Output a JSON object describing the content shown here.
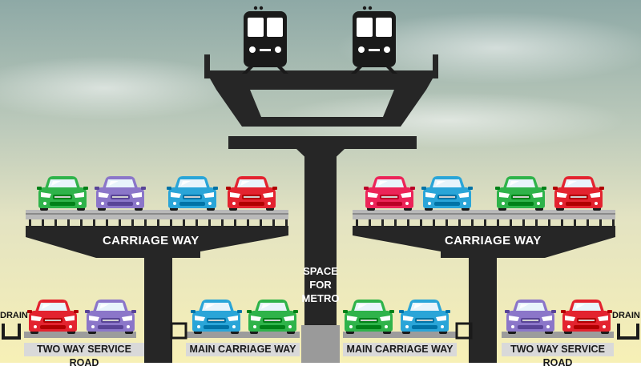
{
  "labels": {
    "carriage_left": "CARRIAGE WAY",
    "carriage_right": "CARRIAGE WAY",
    "space_line1": "SPACE",
    "space_line2": "FOR",
    "space_line3": "METRO",
    "drain_left": "DRAIN",
    "drain_right": "DRAIN",
    "service_left": "TWO WAY SERVICE ROAD",
    "main_left": "MAIN CARRIAGE WAY",
    "main_right": "MAIN CARRIAGE WAY",
    "service_right": "TWO WAY SERVICE ROAD"
  },
  "colors": {
    "sky_top": "#8aa9a8",
    "sky_mid": "#c9d4c2",
    "sky_bottom": "#f4eeb9",
    "structure": "#262626",
    "deck_grey": "#b8b8b8",
    "car_green": "#2fb34a",
    "car_purple": "#8b76c9",
    "car_blue": "#2aa5d8",
    "car_red": "#e3232f",
    "car_pink": "#ec2458"
  },
  "icons": {
    "train": "metro-train-icon",
    "car": "car-icon"
  },
  "cars": {
    "upper_left": [
      "green",
      "purple",
      "blue",
      "red"
    ],
    "upper_right": [
      "pink",
      "blue",
      "green",
      "red"
    ],
    "ground_left_service": [
      "red",
      "purple"
    ],
    "ground_left_main": [
      "blue",
      "green"
    ],
    "ground_right_main": [
      "green",
      "blue"
    ],
    "ground_right_service": [
      "purple",
      "red"
    ]
  }
}
